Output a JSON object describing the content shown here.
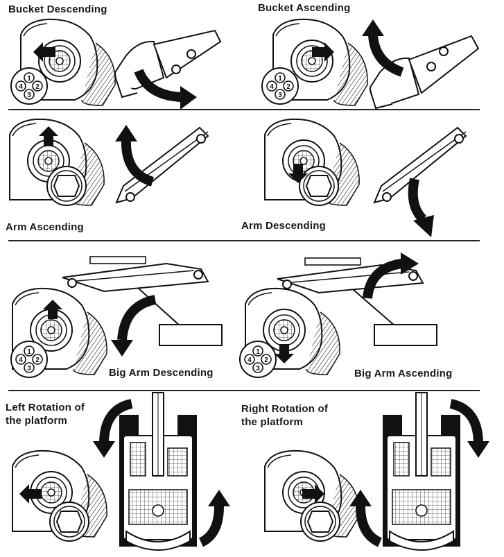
{
  "colors": {
    "ink": "#1a1a1a",
    "paper": "#ffffff",
    "arrow": "#111111"
  },
  "panels": [
    {
      "id": "bucket-descending",
      "label": "Bucket Descending",
      "arrow": "left",
      "buttons": [
        "1",
        "4",
        "2",
        "3"
      ]
    },
    {
      "id": "bucket-ascending",
      "label": "Bucket Ascending",
      "arrow": "right",
      "buttons": [
        "1",
        "4",
        "2",
        "3"
      ]
    },
    {
      "id": "arm-ascending",
      "label": "Arm Ascending",
      "arrow": "up"
    },
    {
      "id": "arm-descending",
      "label": "Arm Descending",
      "arrow": "down"
    },
    {
      "id": "big-arm-descending",
      "label": "Big Arm Descending",
      "arrow": "up",
      "buttons": [
        "1",
        "4",
        "2",
        "3"
      ]
    },
    {
      "id": "big-arm-ascending",
      "label": "Big Arm Ascending",
      "arrow": "down",
      "buttons": [
        "1",
        "4",
        "2",
        "3"
      ]
    },
    {
      "id": "left-rotation",
      "label": "Left Rotation of the platform",
      "arrow": "left"
    },
    {
      "id": "right-rotation",
      "label": "Right Rotation of the platform",
      "arrow": "right"
    }
  ]
}
